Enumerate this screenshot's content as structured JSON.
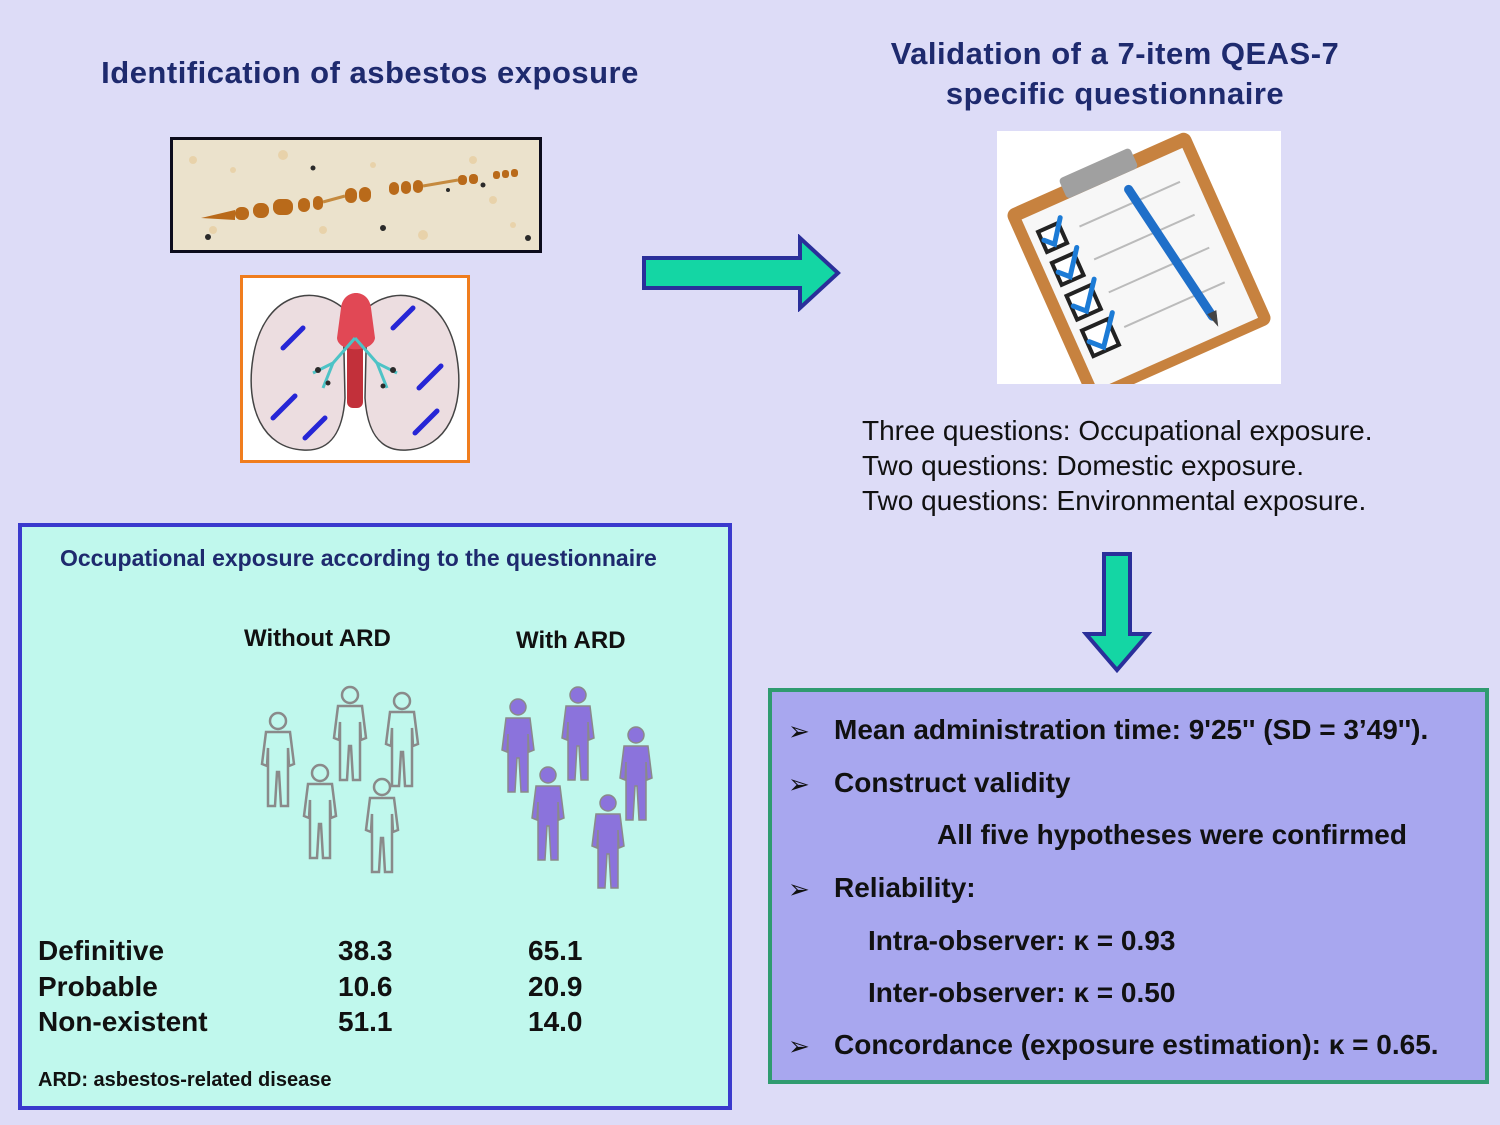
{
  "left_title": "Identification  of asbestos exposure",
  "right_title": {
    "line1": "Validation  of a 7-item QEAS-7",
    "line2": "specific questionnaire"
  },
  "questions": [
    "Three questions: Occupational exposure.",
    "Two questions: Domestic exposure.",
    "Two questions: Environmental exposure."
  ],
  "occupational": {
    "title": "Occupational exposure according to the questionnaire",
    "col_without": "Without ARD",
    "col_with": "With ARD",
    "rows": [
      {
        "label": "Definitive",
        "without": "38.3",
        "with": "65.1"
      },
      {
        "label": "Probable",
        "without": "10.6",
        "with": "20.9"
      },
      {
        "label": "Non-existent",
        "without": "51.1",
        "with": "14.0"
      }
    ],
    "footnote": "ARD:  asbestos-related  disease"
  },
  "results": {
    "bullet_symbol": "➢",
    "mean_time": "Mean administration time: 9'25'' (SD = 3’49'').",
    "construct": "Construct validity",
    "construct_detail": "All five hypotheses were confirmed",
    "reliability": "Reliability:",
    "intra": "Intra-observer: κ = 0.93",
    "inter": "Inter-observer: κ = 0.50",
    "concordance": "Concordance (exposure estimation): κ = 0.65."
  },
  "colors": {
    "background": "#dddcf7",
    "title_text": "#1e2a6e",
    "arrow_fill": "#14d6a4",
    "arrow_stroke": "#2a2f9a",
    "people_outline": "#8a8a8a",
    "people_purple": "#8b73dc",
    "occupational_bg": "#c0f8ed",
    "results_bg": "#a8a7ef"
  }
}
